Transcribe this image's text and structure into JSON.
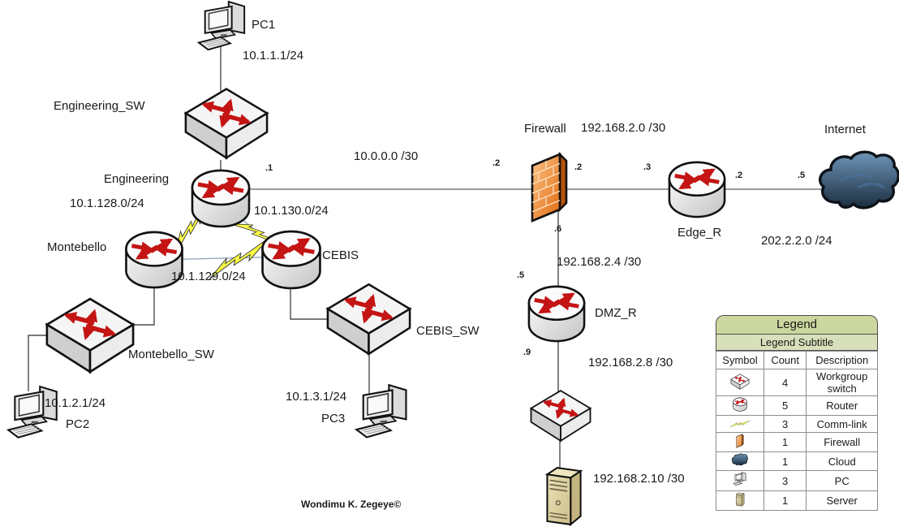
{
  "labels": {
    "pc1": "PC1",
    "pc1_ip": "10.1.1.1/24",
    "engineering_sw": "Engineering_SW",
    "engineering": "Engineering",
    "montebello": "Montebello",
    "cebis": "CEBIS",
    "montebello_sw": "Montebello_SW",
    "cebis_sw": "CEBIS_SW",
    "pc2": "PC2",
    "pc2_ip": "10.1.2.1/24",
    "pc3": "PC3",
    "pc3_ip": "10.1.3.1/24",
    "firewall": "Firewall",
    "edge_r": "Edge_R",
    "internet": "Internet",
    "dmz_r": "DMZ_R"
  },
  "subnets": {
    "eng_fw": "10.0.0.0 /30",
    "fw_edge": "192.168.2.0 /30",
    "edge_internet": "202.2.2.0 /24",
    "eng_montebello": "10.1.128.0/24",
    "eng_cebis": "10.1.130.0/24",
    "montebello_cebis": "10.1.129.0/24",
    "fw_dmz": "192.168.2.4 /30",
    "dmz_lan": "192.168.2.8 /30",
    "server_net": "192.168.2.10 /30"
  },
  "interfaces": {
    "eng": ".1",
    "fw_left": ".2",
    "fw_right": ".2",
    "edge_left": ".3",
    "edge_right": ".2",
    "internet_side": ".5",
    "fw_bottom": ".6",
    "dmz_top": ".5",
    "dmz_bottom": ".9"
  },
  "legend": {
    "title": "Legend",
    "subtitle": "Legend Subtitle",
    "columns": [
      "Symbol",
      "Count",
      "Description"
    ],
    "rows": [
      {
        "icon": "workgroup-switch-icon",
        "count": "4",
        "description": "Workgroup switch"
      },
      {
        "icon": "router-icon",
        "count": "5",
        "description": "Router"
      },
      {
        "icon": "comm-link-icon",
        "count": "3",
        "description": "Comm-link"
      },
      {
        "icon": "firewall-icon",
        "count": "1",
        "description": "Firewall"
      },
      {
        "icon": "cloud-icon",
        "count": "1",
        "description": "Cloud"
      },
      {
        "icon": "pc-icon",
        "count": "3",
        "description": "PC"
      },
      {
        "icon": "server-icon",
        "count": "1",
        "description": "Server"
      }
    ]
  },
  "credit": "Wondimu K. Zegeye©",
  "colors": {
    "router_arrow": "#c41414",
    "firewall_orange": "#e06a10",
    "cloud_blue": "#2c4a66",
    "comm_link_yellow": "#ffff45",
    "legend_header_green": "#cbd79e"
  }
}
